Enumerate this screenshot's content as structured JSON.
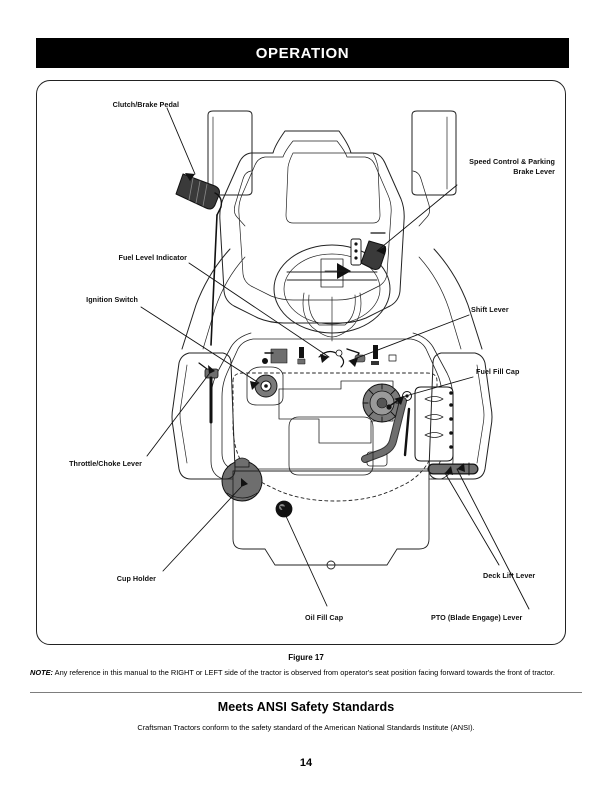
{
  "header": {
    "title": "OPERATION"
  },
  "figure": {
    "caption": "Figure 17",
    "callouts": [
      {
        "id": "clutch-brake-pedal",
        "text": "Clutch/Brake Pedal"
      },
      {
        "id": "speed-control-brake",
        "text": "Speed Control & Parking\nBrake Lever"
      },
      {
        "id": "fuel-level-indicator",
        "text": "Fuel Level Indicator"
      },
      {
        "id": "ignition-switch",
        "text": "Ignition Switch"
      },
      {
        "id": "shift-lever",
        "text": "Shift Lever"
      },
      {
        "id": "fuel-fill-cap",
        "text": "Fuel Fill Cap"
      },
      {
        "id": "throttle-choke-lever",
        "text": "Throttle/Choke Lever"
      },
      {
        "id": "cup-holder",
        "text": "Cup Holder"
      },
      {
        "id": "oil-fill-cap",
        "text": "Oil Fill Cap"
      },
      {
        "id": "deck-lift-lever",
        "text": "Deck Lift Lever"
      },
      {
        "id": "pto-blade-engage",
        "text": "PTO (Blade Engage) Lever"
      }
    ]
  },
  "note": {
    "label": "NOTE:",
    "text": " Any reference in this manual to the RIGHT or LEFT side of the tractor is observed from operator's seat position facing forward towards the front of tractor."
  },
  "ansi": {
    "title": "Meets ANSI Safety Standards",
    "subtitle": "Craftsman Tractors conform to the safety standard of the American National Standards Institute (ANSI)."
  },
  "footer": {
    "page_number": "14"
  },
  "colors": {
    "banner_bg": "#000000",
    "banner_text": "#ffffff",
    "line": "#222222",
    "rule": "#7d7d7d",
    "part_fill": "#7a7a7a",
    "part_dark": "#3a3a3a"
  }
}
